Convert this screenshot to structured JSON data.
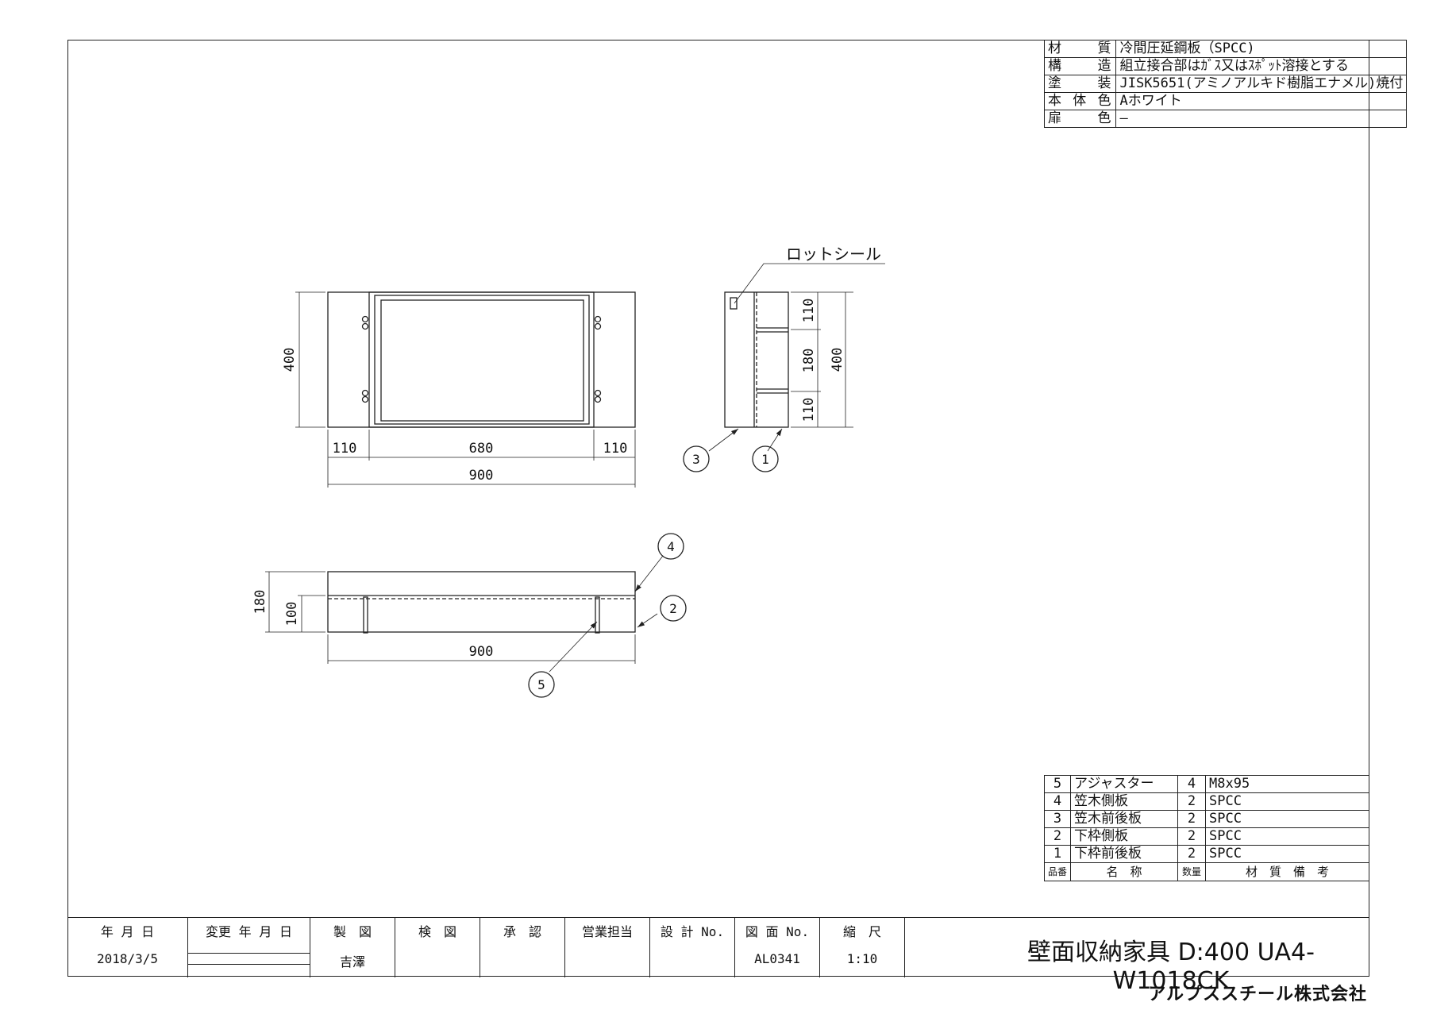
{
  "spec": [
    {
      "label": "材　　質",
      "value": "冷間圧延鋼板（SPCC)"
    },
    {
      "label": "構　　造",
      "value": "組立接合部はｶﾞｽ又はｽﾎﾟｯﾄ溶接とする"
    },
    {
      "label": "塗　　装",
      "value": "JISK5651(アミノアルキド樹脂エナメル)焼付"
    },
    {
      "label": "本 体 色",
      "value": "Aホワイト"
    },
    {
      "label": "扉　　色",
      "value": "–"
    }
  ],
  "drawing": {
    "rot_seal": "ロットシール",
    "front_dims": {
      "height": "400",
      "left": "110",
      "center": "680",
      "right": "110",
      "total": "900"
    },
    "side_dims": {
      "top": "110",
      "mid": "180",
      "bottom": "110",
      "total": "400"
    },
    "bottom_dims": {
      "total_h": "180",
      "inner_h": "100",
      "width": "900"
    },
    "balloons": [
      "1",
      "2",
      "3",
      "4",
      "5"
    ]
  },
  "parts": {
    "rows": [
      {
        "no": "5",
        "name": "アジャスター",
        "qty": "4",
        "material": "M8x95"
      },
      {
        "no": "4",
        "name": "笠木側板",
        "qty": "2",
        "material": "SPCC"
      },
      {
        "no": "3",
        "name": "笠木前後板",
        "qty": "2",
        "material": "SPCC"
      },
      {
        "no": "2",
        "name": "下枠側板",
        "qty": "2",
        "material": "SPCC"
      },
      {
        "no": "1",
        "name": "下枠前後板",
        "qty": "2",
        "material": "SPCC"
      }
    ],
    "header": {
      "no": "品番",
      "name": "名　称",
      "qty": "数量",
      "material": "材　質　備　考"
    }
  },
  "title_block": {
    "date_h": "年 月 日",
    "date_v": "2018/3/5",
    "change_h": "変更 年 月 日",
    "drawn_h": "製　図",
    "drawn_v": "吉澤",
    "check_h": "検　図",
    "approve_h": "承　認",
    "sales_h": "営業担当",
    "design_h": "設 計 No.",
    "dwg_h": "図 面 No.",
    "dwg_v": "AL0341",
    "scale_h": "縮　尺",
    "scale_v": "1:10",
    "title": "壁面収納家具 D:400 UA4-W1018CK"
  },
  "brand": "アルプススチール株式会社"
}
